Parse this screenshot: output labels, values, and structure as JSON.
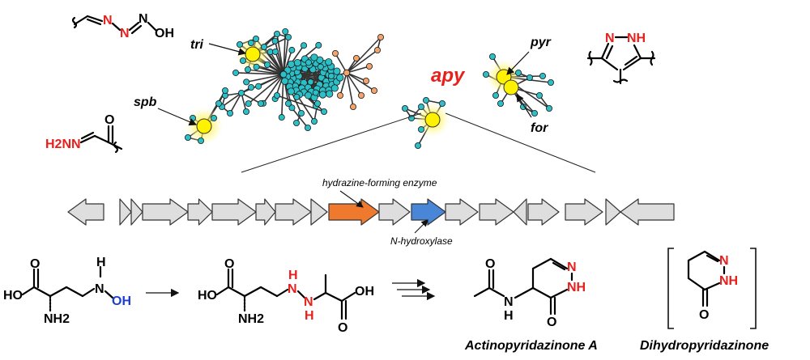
{
  "network": {
    "labels": {
      "tri": "tri",
      "spb": "spb",
      "apy": "apy",
      "pyr": "pyr",
      "for": "for"
    },
    "colors": {
      "node": "#2bc0c7",
      "node_orange": "#f4a46a",
      "highlight": "#fff200",
      "apy_label": "#e8201c"
    }
  },
  "gene_cluster": {
    "hydrazine_label": "hydrazine-forming enzyme",
    "hydroxylase_label": "N-hydroxylase",
    "colors": {
      "default": "#dedede",
      "hydrazine": "#ef7a2e",
      "hydroxylase": "#4a86d8"
    }
  },
  "structures": {
    "triazene": {
      "N": "N",
      "OH": "OH"
    },
    "pyrazole": {
      "N": "N",
      "NH": "NH"
    },
    "hydrazone": {
      "H2N": "H2NN",
      "O": "O"
    },
    "precursor1": {
      "HO": "HO",
      "O": "O",
      "NH2": "NH2",
      "N": "N",
      "H": "H",
      "OH": "OH"
    },
    "precursor2": {
      "HO": "HO",
      "O": "O",
      "NH2": "NH2",
      "N1": "N",
      "H1": "H",
      "N2": "N",
      "H2": "H",
      "OH": "OH"
    },
    "actinopyridazinone": {
      "name": "Actinopyridazinone A",
      "O1": "O",
      "N": "N",
      "H": "H",
      "N2": "N",
      "NH": "NH",
      "O2": "O"
    },
    "dihydropyridazinone": {
      "name": "Dihydropyridazinone",
      "N": "N",
      "NH": "NH",
      "O": "O"
    }
  }
}
